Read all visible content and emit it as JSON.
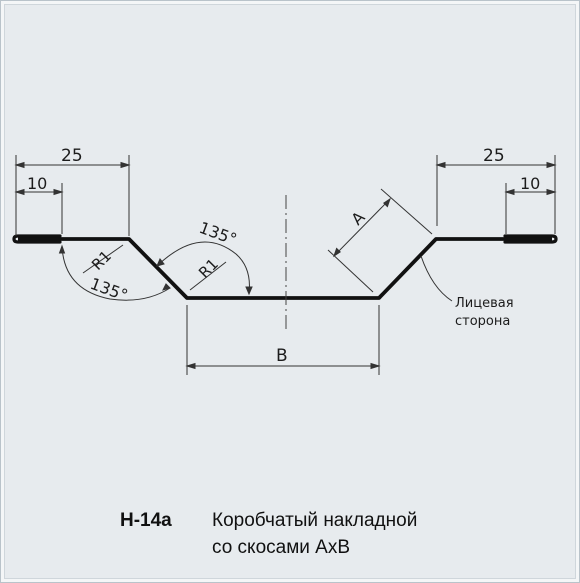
{
  "drawing": {
    "dim_overall_left": "25",
    "dim_flange_left": "10",
    "dim_overall_right": "25",
    "dim_flange_right": "10",
    "dim_bottom": "B",
    "dim_slope": "A",
    "radius_left": "R1",
    "radius_right": "R1",
    "angle_upper": "135°",
    "angle_lower": "135°",
    "face_label_line1": "Лицевая",
    "face_label_line2": "сторона"
  },
  "caption": {
    "code": "Н-14а",
    "title_line1": "Коробчатый накладной",
    "title_line2": "со скосами АхВ"
  },
  "colors": {
    "background": "#e7ebee",
    "profile": "#111111",
    "dimension_lines": "#333333"
  }
}
